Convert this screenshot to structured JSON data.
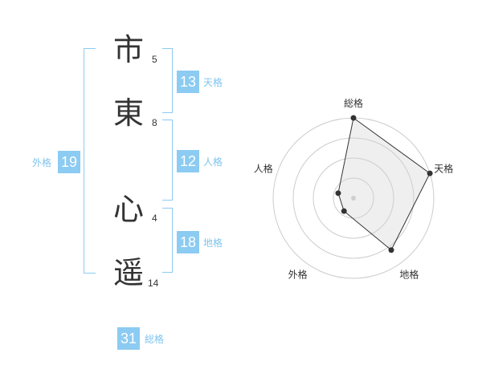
{
  "name_chars": [
    {
      "char": "市",
      "strokes": "5"
    },
    {
      "char": "東",
      "strokes": "8"
    },
    {
      "char": "心",
      "strokes": "4"
    },
    {
      "char": "遥",
      "strokes": "14"
    }
  ],
  "kakusu": {
    "tenkaku": {
      "value": "13",
      "label": "天格"
    },
    "jinkaku": {
      "value": "12",
      "label": "人格"
    },
    "chikaku": {
      "value": "18",
      "label": "地格"
    },
    "gaikaku": {
      "value": "19",
      "label": "外格"
    },
    "soukaku": {
      "value": "31",
      "label": "総格"
    }
  },
  "colors": {
    "accent": "#8ccbf2",
    "text": "#333333",
    "label": "#7ec4ee"
  },
  "chart_data": {
    "type": "radar",
    "axes": [
      "総格",
      "天格",
      "地格",
      "外格",
      "人格"
    ],
    "rlim": [
      0,
      5
    ],
    "rings": 4,
    "series": [
      {
        "values": [
          5,
          5,
          4,
          1,
          1
        ]
      }
    ]
  }
}
